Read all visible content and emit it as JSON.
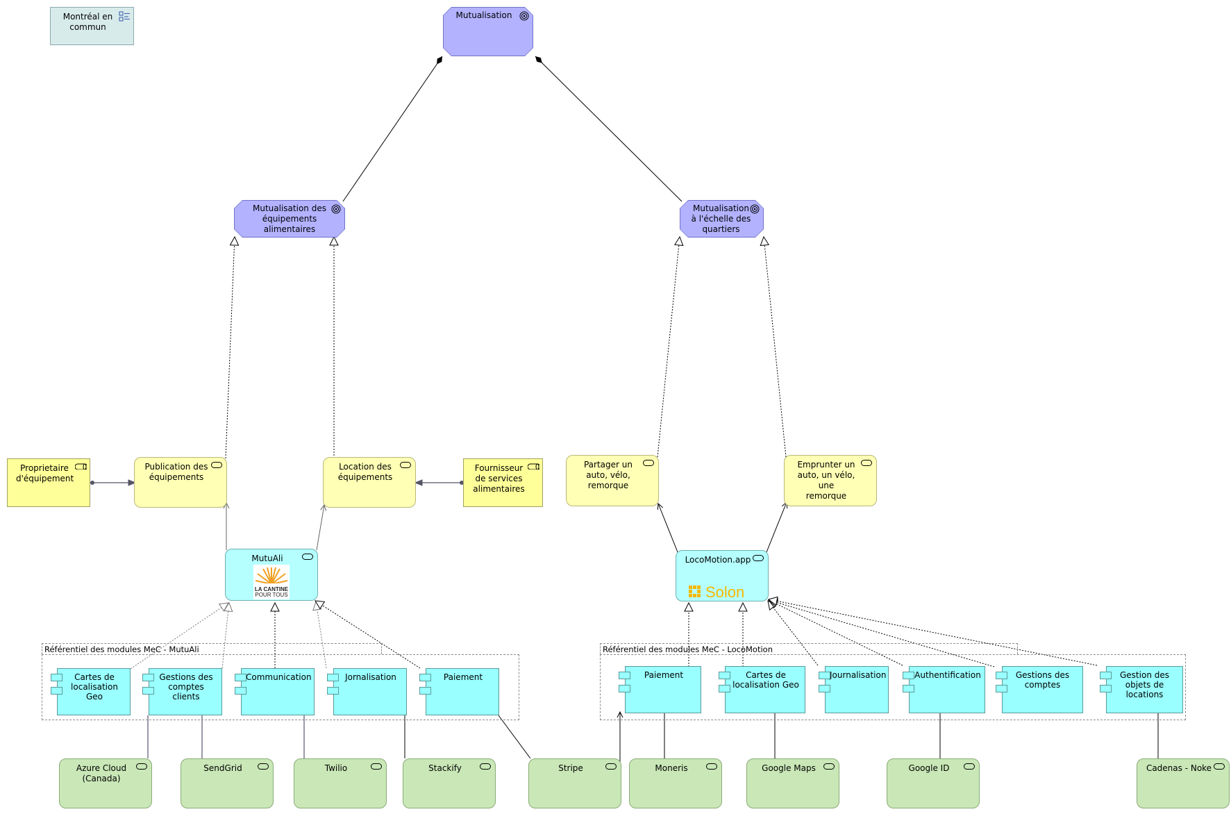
{
  "note": {
    "label": "Montréal en commun",
    "icon": "grouping-icon"
  },
  "goals": {
    "top": "Mutualisation",
    "left": "Mutualisation des équipements alimentaires",
    "right": "Mutualisation à l'échelle des quartiers"
  },
  "business_roles": {
    "owner": "Proprietaire d'équipement",
    "supplier": "Fournisseur de services alimentaires"
  },
  "business_services": {
    "publication": "Publication des équipements",
    "location": "Location des équipements",
    "share": "Partager un auto, vélo, remorque",
    "borrow": "Emprunter un auto, un vélo, une remorque"
  },
  "app_services": {
    "mutuali": "MutuAli",
    "locomotion": "LocoMotion.app"
  },
  "logos": {
    "cantine_line1": "LA CANTINE",
    "cantine_line2": "POUR TOUS",
    "solon": "Solon"
  },
  "groups": {
    "mutuali": "Référentiel des modules MeC - MutuAli",
    "locomotion": "Référentiel des modules MeC - LocoMotion"
  },
  "mutuali_components": [
    "Cartes de localisation Geo",
    "Gestions des comptes clients",
    "Communication",
    "Jornalisation",
    "Paiement"
  ],
  "locomotion_components": [
    "Paiement",
    "Cartes de localisation Geo",
    "Journalisation",
    "Authentification",
    "Gestions des comptes",
    "Gestion des objets de locations"
  ],
  "tech_services": [
    "Azure Cloud (Canada)",
    "SendGrid",
    "Twilio",
    "Stackify",
    "Stripe",
    "Moneris",
    "Google Maps",
    "Google ID",
    "Cadenas - Noke"
  ],
  "colors": {
    "goal": "#b2b2ff",
    "business_service": "#ffffb5",
    "business_role": "#ffff99",
    "application": "#99ffff",
    "technology": "#c9e7b7",
    "note": "#d8ebeb"
  }
}
